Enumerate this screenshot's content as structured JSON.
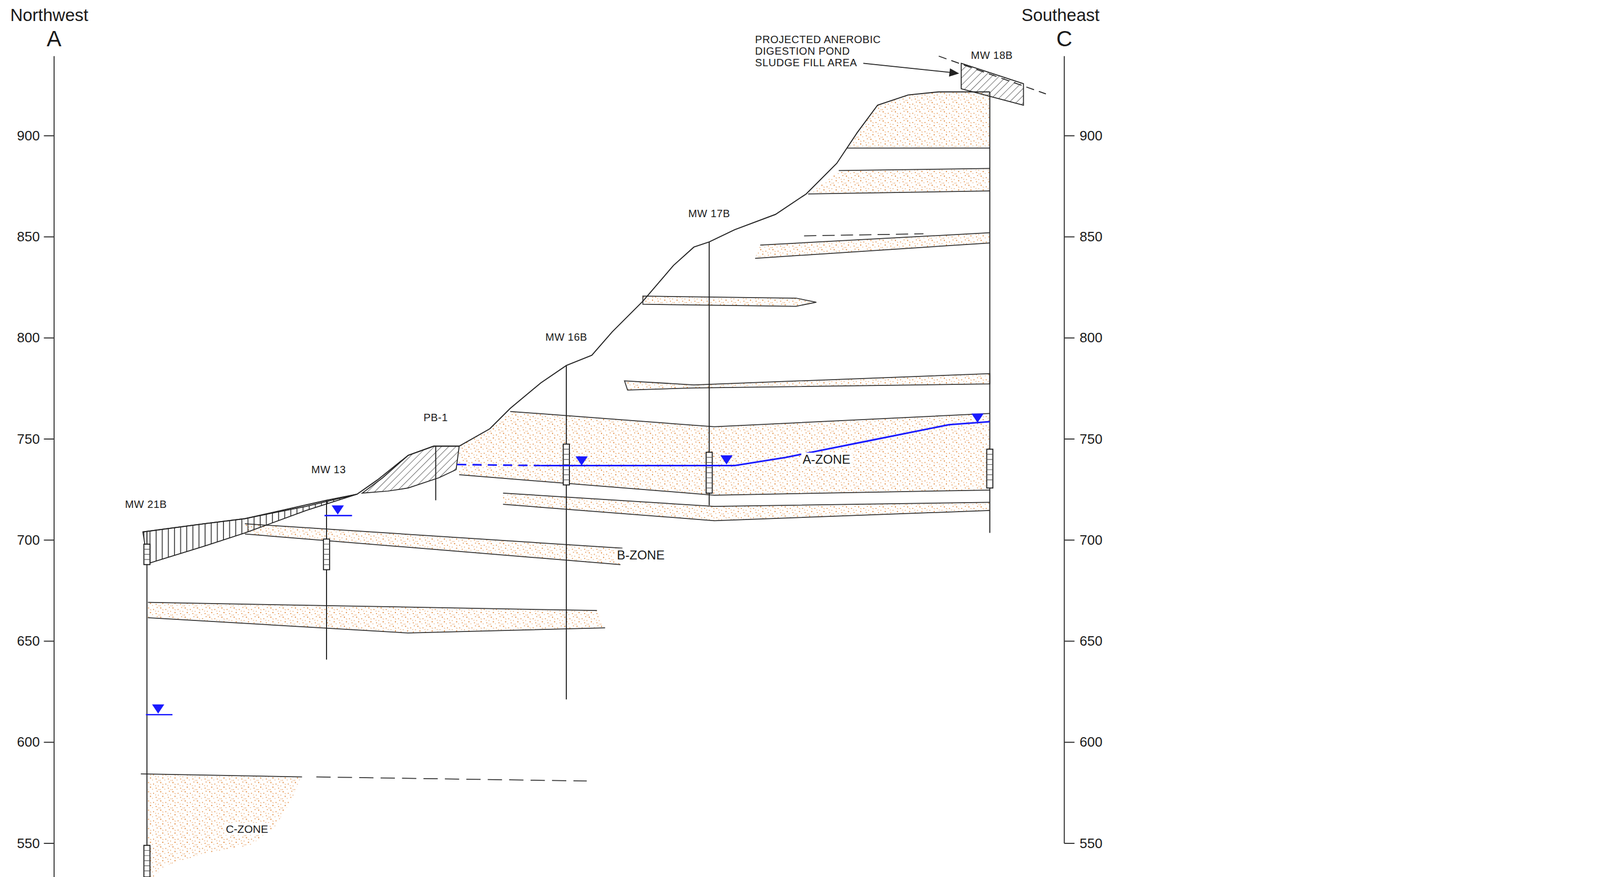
{
  "diagram": {
    "labels": [
      "Northwest",
      "A",
      "Southeast",
      "C",
      "900",
      "850",
      "800",
      "750",
      "700",
      "650",
      "600",
      "550",
      "900",
      "850",
      "800",
      "750",
      "700",
      "650",
      "600",
      "550",
      "PROJECTED ANEROBIC DIGESTION POND SLUDGE FILL AREA",
      "MW 18B",
      "MW 17B",
      "MW 16B",
      "PB-1",
      "MW 13",
      "MW 21B",
      "A-ZONE",
      "B-ZONE",
      "C-ZONE"
    ]
  }
}
